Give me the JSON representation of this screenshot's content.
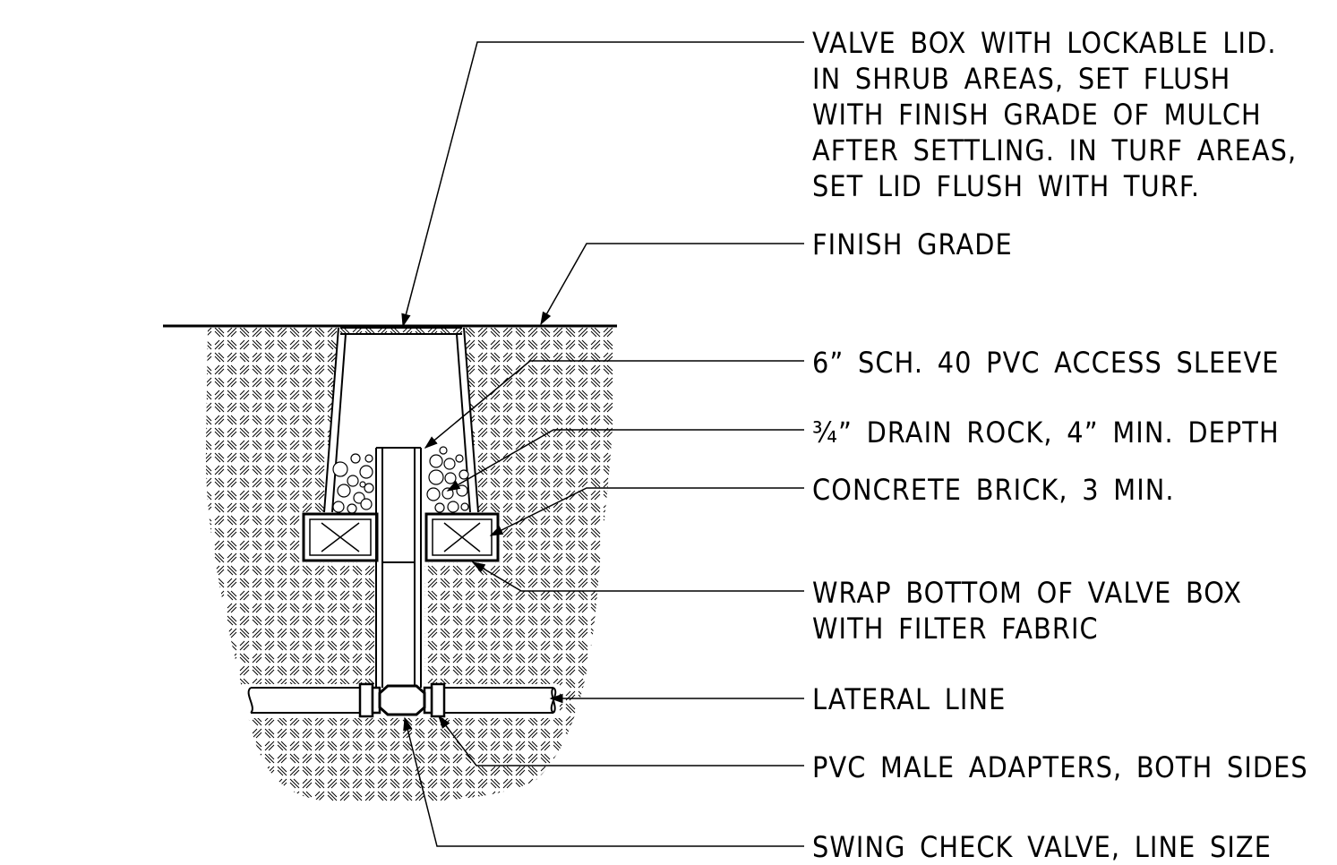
{
  "callouts": {
    "valve_box": [
      "VALVE BOX WITH LOCKABLE LID.",
      "IN SHRUB AREAS, SET FLUSH",
      "WITH FINISH GRADE OF MULCH",
      "AFTER SETTLING. IN TURF AREAS,",
      "SET LID FLUSH WITH TURF."
    ],
    "finish_grade": "FINISH GRADE",
    "access_sleeve": "6” SCH. 40 PVC ACCESS SLEEVE",
    "drain_rock": "¾” DRAIN ROCK, 4” MIN. DEPTH",
    "concrete_brick": "CONCRETE BRICK, 3 MIN.",
    "filter_fabric": [
      "WRAP BOTTOM OF VALVE BOX",
      "WITH FILTER FABRIC"
    ],
    "lateral_line": "LATERAL LINE",
    "male_adapters": "PVC MALE ADAPTERS, BOTH SIDES",
    "check_valve": "SWING CHECK VALVE, LINE SIZE"
  },
  "colors": {
    "line": "#000000",
    "background": "#ffffff"
  }
}
